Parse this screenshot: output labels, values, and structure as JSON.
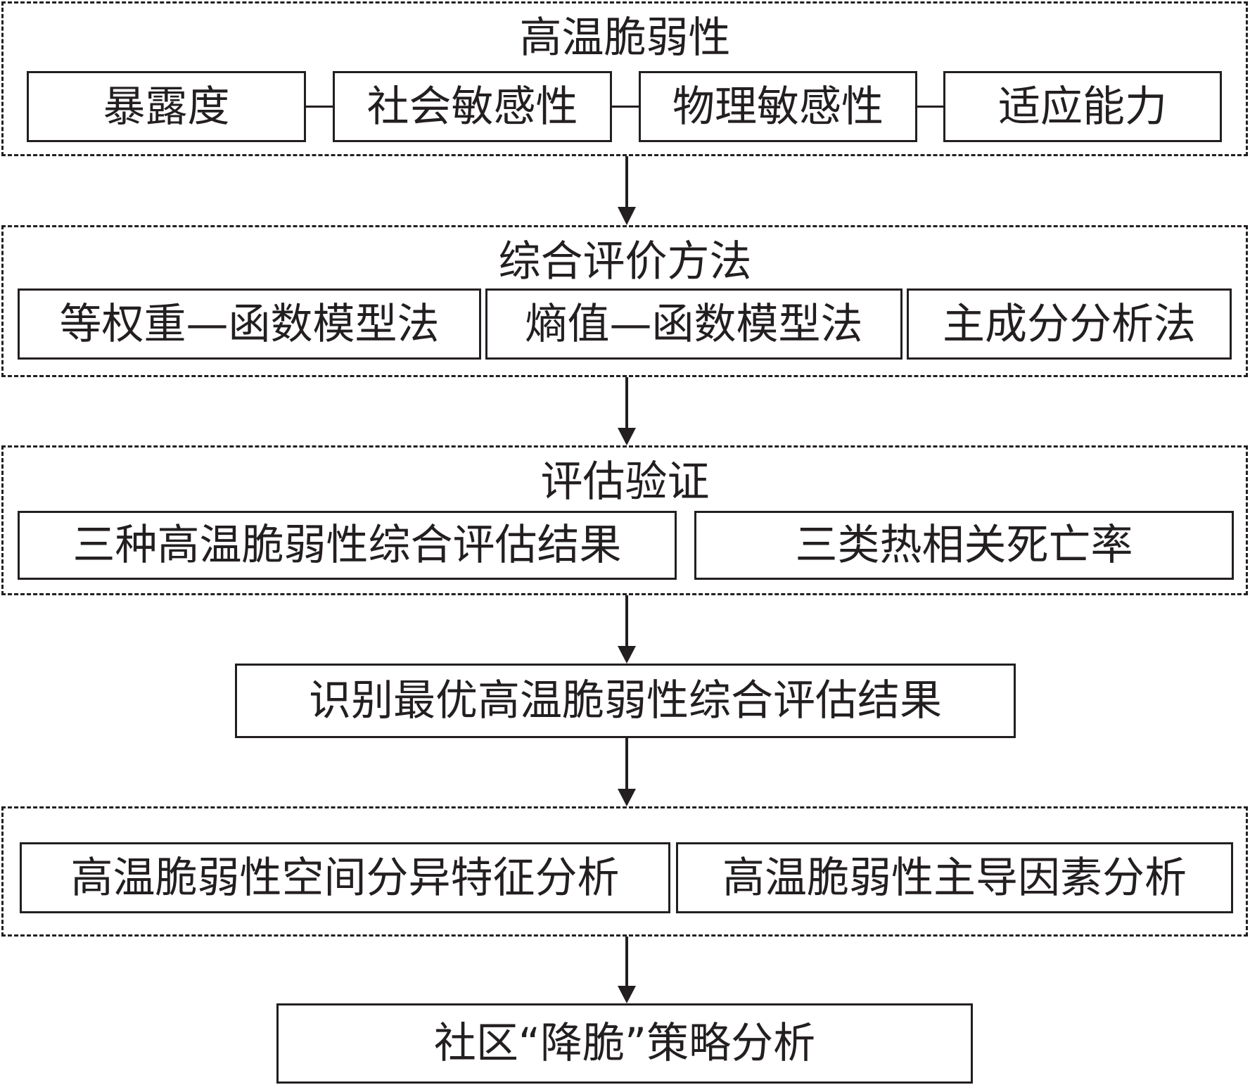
{
  "sections": {
    "vulnerability": {
      "title": "高温脆弱性",
      "items": [
        "暴露度",
        "社会敏感性",
        "物理敏感性",
        "适应能力"
      ]
    },
    "methods": {
      "title": "综合评价方法",
      "items": [
        "等权重—函数模型法",
        "熵值—函数模型法",
        "主成分分析法"
      ]
    },
    "validation": {
      "title": "评估验证",
      "items": [
        "三种高温脆弱性综合评估结果",
        "三类热相关死亡率"
      ]
    },
    "optimal": {
      "label": "识别最优高温脆弱性综合评估结果"
    },
    "analysis": {
      "items": [
        "高温脆弱性空间分异特征分析",
        "高温脆弱性主导因素分析"
      ]
    },
    "strategy": {
      "label": "社区“降脆”策略分析"
    }
  }
}
